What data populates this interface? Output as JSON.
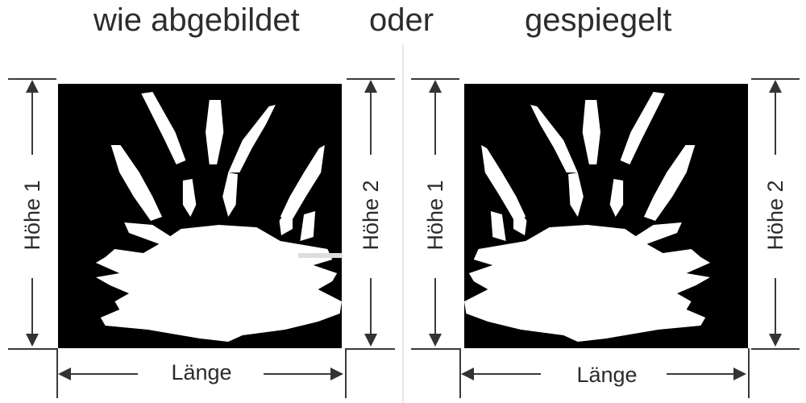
{
  "header": {
    "left_title": "wie abgebildet",
    "middle_word": "oder",
    "right_title": "gespiegelt"
  },
  "panels": [
    {
      "id": "original",
      "height_left_label": "Höhe 1",
      "height_right_label": "Höhe 2",
      "length_label": "Länge",
      "graphic": "explosive-symbol-icon",
      "mirrored": false
    },
    {
      "id": "mirrored",
      "height_left_label": "Höhe 1",
      "height_right_label": "Höhe 2",
      "length_label": "Länge",
      "graphic": "explosive-symbol-icon",
      "mirrored": true
    }
  ],
  "colors": {
    "background": "#ffffff",
    "symbol_background": "#000000",
    "symbol_foreground": "#ffffff",
    "lines": "#3a3a3a",
    "divider": "#e6e6e6"
  }
}
